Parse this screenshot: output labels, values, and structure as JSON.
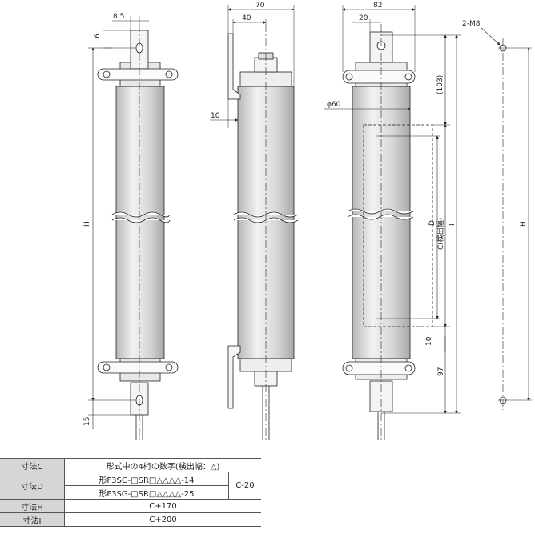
{
  "views": {
    "left": {
      "labels": {
        "w_8_5": "8.5",
        "off_6": "6",
        "height": "H",
        "bottom_15": "15"
      }
    },
    "middle": {
      "labels": {
        "width_70": "70",
        "offset_40": "40",
        "bracket_10": "10"
      }
    },
    "right": {
      "labels": {
        "width_82": "82",
        "offset_20": "20",
        "dia_60": "φ60",
        "top_103": "(103)",
        "dim_D": "D",
        "dim_C": "C(検出幅)",
        "dim_I": "I",
        "dim_10": "10",
        "dim_97": "97",
        "holes": "2-M8",
        "height": "H"
      }
    }
  },
  "table": {
    "rows": [
      {
        "label": "寸法C",
        "value": "形式中の4桁の数字(検出幅：△)"
      },
      {
        "label": "寸法D",
        "sub": [
          "形F3SG-□SR□△△△△-14",
          "形F3SG-□SR□△△△△-25"
        ],
        "value": "C-20"
      },
      {
        "label": "寸法H",
        "value": "C+170"
      },
      {
        "label": "寸法I",
        "value": "C+200"
      }
    ]
  },
  "colors": {
    "line": "#222222",
    "body_gray": "#d9d9d9",
    "table_header": "#d6d6d6"
  }
}
